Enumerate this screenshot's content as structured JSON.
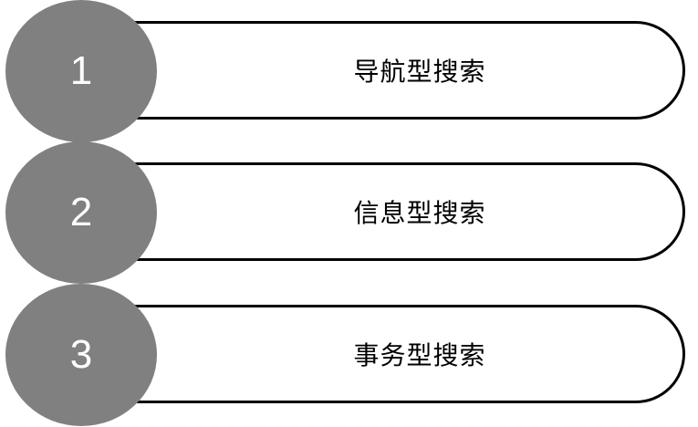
{
  "steps": [
    {
      "number": "1",
      "label": "导航型搜索"
    },
    {
      "number": "2",
      "label": "信息型搜索"
    },
    {
      "number": "3",
      "label": "事务型搜索"
    }
  ],
  "colors": {
    "circle_fill": "#808080",
    "number_text": "#ffffff",
    "pill_border": "#000000",
    "label_text": "#000000"
  }
}
